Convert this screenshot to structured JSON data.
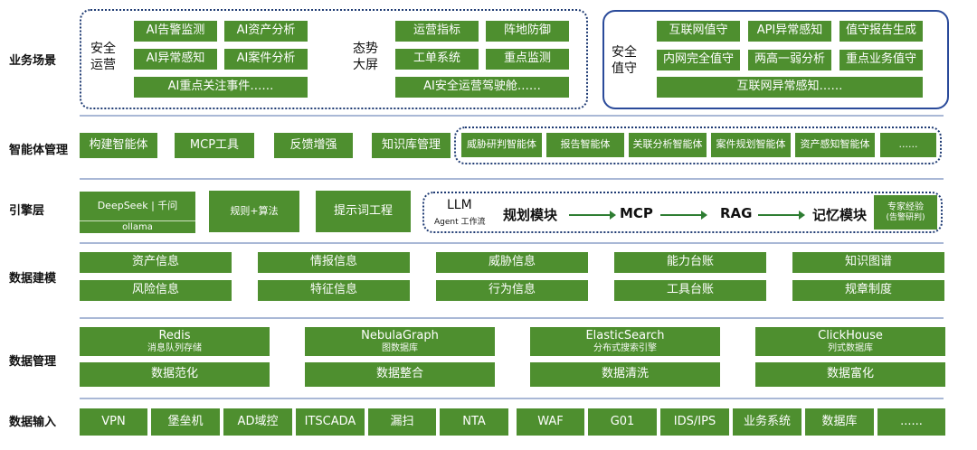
{
  "layers": {
    "business": "业务场景",
    "agent": "智能体管理",
    "engine": "引擎层",
    "modeling": "数据建模",
    "management": "数据管理",
    "input": "数据输入"
  },
  "business": {
    "security_ops": {
      "label_line1": "安全",
      "label_line2": "运营",
      "items": [
        "AI告警监测",
        "AI资产分析",
        "AI异常感知",
        "AI案件分析"
      ],
      "wide": "AI重点关注事件……"
    },
    "situation": {
      "label_line1": "态势",
      "label_line2": "大屏",
      "items": [
        "运营指标",
        "阵地防御",
        "工单系统",
        "重点监测"
      ],
      "wide": "AI安全运营驾驶舱……"
    },
    "duty": {
      "label_line1": "安全",
      "label_line2": "值守",
      "items": [
        "互联网值守",
        "API异常感知",
        "值守报告生成",
        "内网完全值守",
        "两高一弱分析",
        "重点业务值守"
      ],
      "wide": "互联网异常感知……"
    }
  },
  "agent": {
    "items": [
      "构建智能体",
      "MCP工具",
      "反馈增强",
      "知识库管理"
    ],
    "agents": [
      "威胁研判智能体",
      "报告智能体",
      "关联分析智能体",
      "案件规划智能体",
      "资产感知智能体",
      "......"
    ]
  },
  "engine": {
    "deepseek_top": "DeepSeek | 千问",
    "deepseek_bottom": "ollama",
    "rules": "规则+算法",
    "prompt": "提示词工程",
    "llm": "LLM",
    "agent_flow": "Agent 工作流",
    "flow": [
      "规划模块",
      "MCP",
      "RAG",
      "记忆模块"
    ],
    "expert_line1": "专家经验",
    "expert_line2": "(告警研判)"
  },
  "modeling": {
    "row1": [
      "资产信息",
      "情报信息",
      "威胁信息",
      "能力台账",
      "知识图谱"
    ],
    "row2": [
      "风险信息",
      "特征信息",
      "行为信息",
      "工具台账",
      "规章制度"
    ]
  },
  "management": {
    "stores": [
      {
        "name": "Redis",
        "desc": "消息队列存储"
      },
      {
        "name": "NebulaGraph",
        "desc": "图数据库"
      },
      {
        "name": "ElasticSearch",
        "desc": "分布式搜索引擎"
      },
      {
        "name": "ClickHouse",
        "desc": "列式数据库"
      }
    ],
    "ops": [
      "数据范化",
      "数据整合",
      "数据清洗",
      "数据富化"
    ]
  },
  "input": {
    "sources": [
      "VPN",
      "堡垒机",
      "AD域控",
      "ITSCADA",
      "漏扫",
      "NTA",
      "WAF",
      "G01",
      "IDS/IPS",
      "业务系统",
      "数据库",
      "......"
    ]
  }
}
